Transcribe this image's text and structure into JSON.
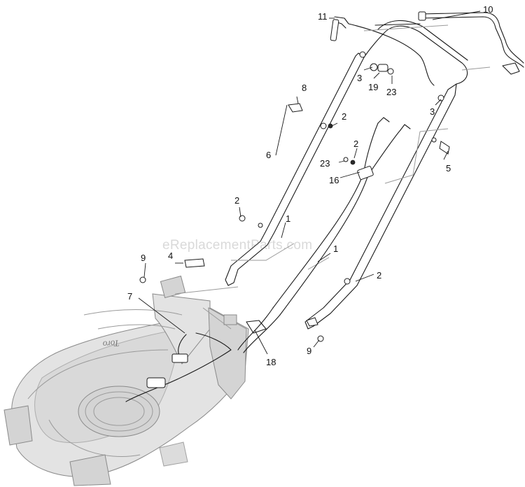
{
  "callouts": [
    {
      "id": "c1a",
      "label": "1"
    },
    {
      "id": "c1b",
      "label": "1"
    },
    {
      "id": "c2a",
      "label": "2"
    },
    {
      "id": "c2b",
      "label": "2"
    },
    {
      "id": "c2c",
      "label": "2"
    },
    {
      "id": "c2d",
      "label": "2"
    },
    {
      "id": "c3a",
      "label": "3"
    },
    {
      "id": "c3b",
      "label": "3"
    },
    {
      "id": "c4",
      "label": "4"
    },
    {
      "id": "c5",
      "label": "5"
    },
    {
      "id": "c6",
      "label": "6"
    },
    {
      "id": "c7",
      "label": "7"
    },
    {
      "id": "c8",
      "label": "8"
    },
    {
      "id": "c9a",
      "label": "9"
    },
    {
      "id": "c9b",
      "label": "9"
    },
    {
      "id": "c10",
      "label": "10"
    },
    {
      "id": "c11",
      "label": "11"
    },
    {
      "id": "c16",
      "label": "16"
    },
    {
      "id": "c18",
      "label": "18"
    },
    {
      "id": "c19",
      "label": "19"
    },
    {
      "id": "c23a",
      "label": "23"
    },
    {
      "id": "c23b",
      "label": "23"
    }
  ],
  "watermark": "eReplacementParts.com",
  "deck_logo": "Toro"
}
